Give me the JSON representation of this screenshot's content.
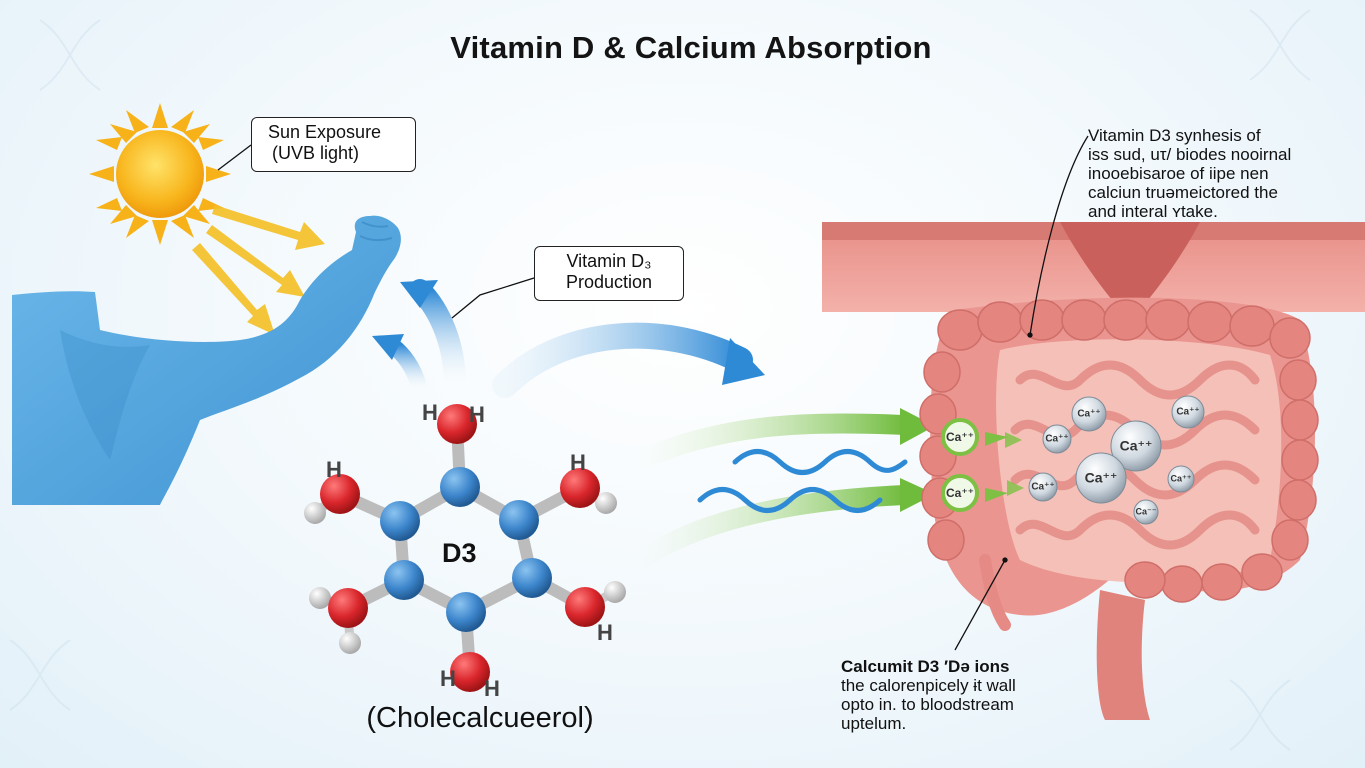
{
  "title": "Vitamin D & Calcium Absorption",
  "sun_callout": {
    "line1": "Sun Exposure",
    "line2": "(UVB light)"
  },
  "d3_callout": {
    "line1": "Vitamin D₃",
    "line2": "Production"
  },
  "note_top": {
    "lines": [
      "Vitamin D3 synhesis of",
      "iss sud, uτ/ biodes nooirnal",
      "inooebisaroe of iipe nen",
      "calciun truəmeictored the",
      "and interal ʏtake."
    ]
  },
  "note_bottom": {
    "lines": [
      "Calcumit D3 ′Də ions",
      "the calorenpicely ɨt wall",
      "opto in. to bloodstream",
      "uptelum."
    ]
  },
  "molecule": {
    "center_label": "D3",
    "name": "(Cholecalcueerol)",
    "h_labels": [
      "H",
      "H",
      "H",
      "H",
      "H",
      "H",
      "H"
    ]
  },
  "ions": {
    "gate_labels": [
      "Ca⁺⁺",
      "Ca⁺⁺"
    ],
    "labels": [
      "Ca⁺⁺",
      "Ca⁺⁺",
      "Ca⁺⁺",
      "Ca⁺⁺",
      "Ca⁺⁺",
      "Ca⁺⁺",
      "Ca⁺⁺",
      "Ca⁻⁻"
    ]
  },
  "colors": {
    "sun": "#f7b21a",
    "ray": "#f5c024",
    "body": "#4ea3dc",
    "arrow_blue": "#2f8ad6",
    "arrow_green": "#78c043",
    "oxygen": "#d9262c",
    "carbon": "#3d86cc",
    "hydrogen": "#d4d4d4",
    "intestine": "#e58a84",
    "gate": "#88c847"
  }
}
